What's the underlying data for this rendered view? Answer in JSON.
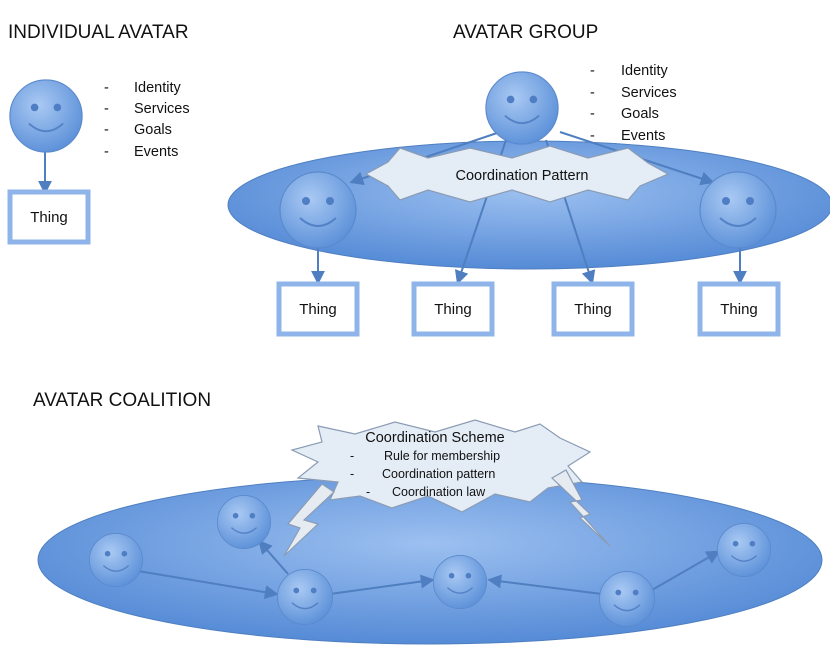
{
  "individual": {
    "title": "INDIVIDUAL AVATAR",
    "attributes": [
      "Identity",
      "Services",
      "Goals",
      "Events"
    ],
    "thing": "Thing"
  },
  "group": {
    "title": "AVATAR GROUP",
    "attributes": [
      "Identity",
      "Services",
      "Goals",
      "Events"
    ],
    "pattern": "Coordination Pattern",
    "things": [
      "Thing",
      "Thing",
      "Thing",
      "Thing"
    ]
  },
  "coalition": {
    "title": "AVATAR COALITION",
    "scheme_title": "Coordination Scheme",
    "scheme_items": [
      "Rule for membership",
      "Coordination pattern",
      "Coordination law"
    ]
  },
  "colors": {
    "avatar_fill": "#7aa8e3",
    "ellipse_fill": "#6d9be0",
    "thing_border": "#8fb4ea",
    "arrow": "#4f7fc0",
    "burst_fill": "#e4ecf6"
  }
}
